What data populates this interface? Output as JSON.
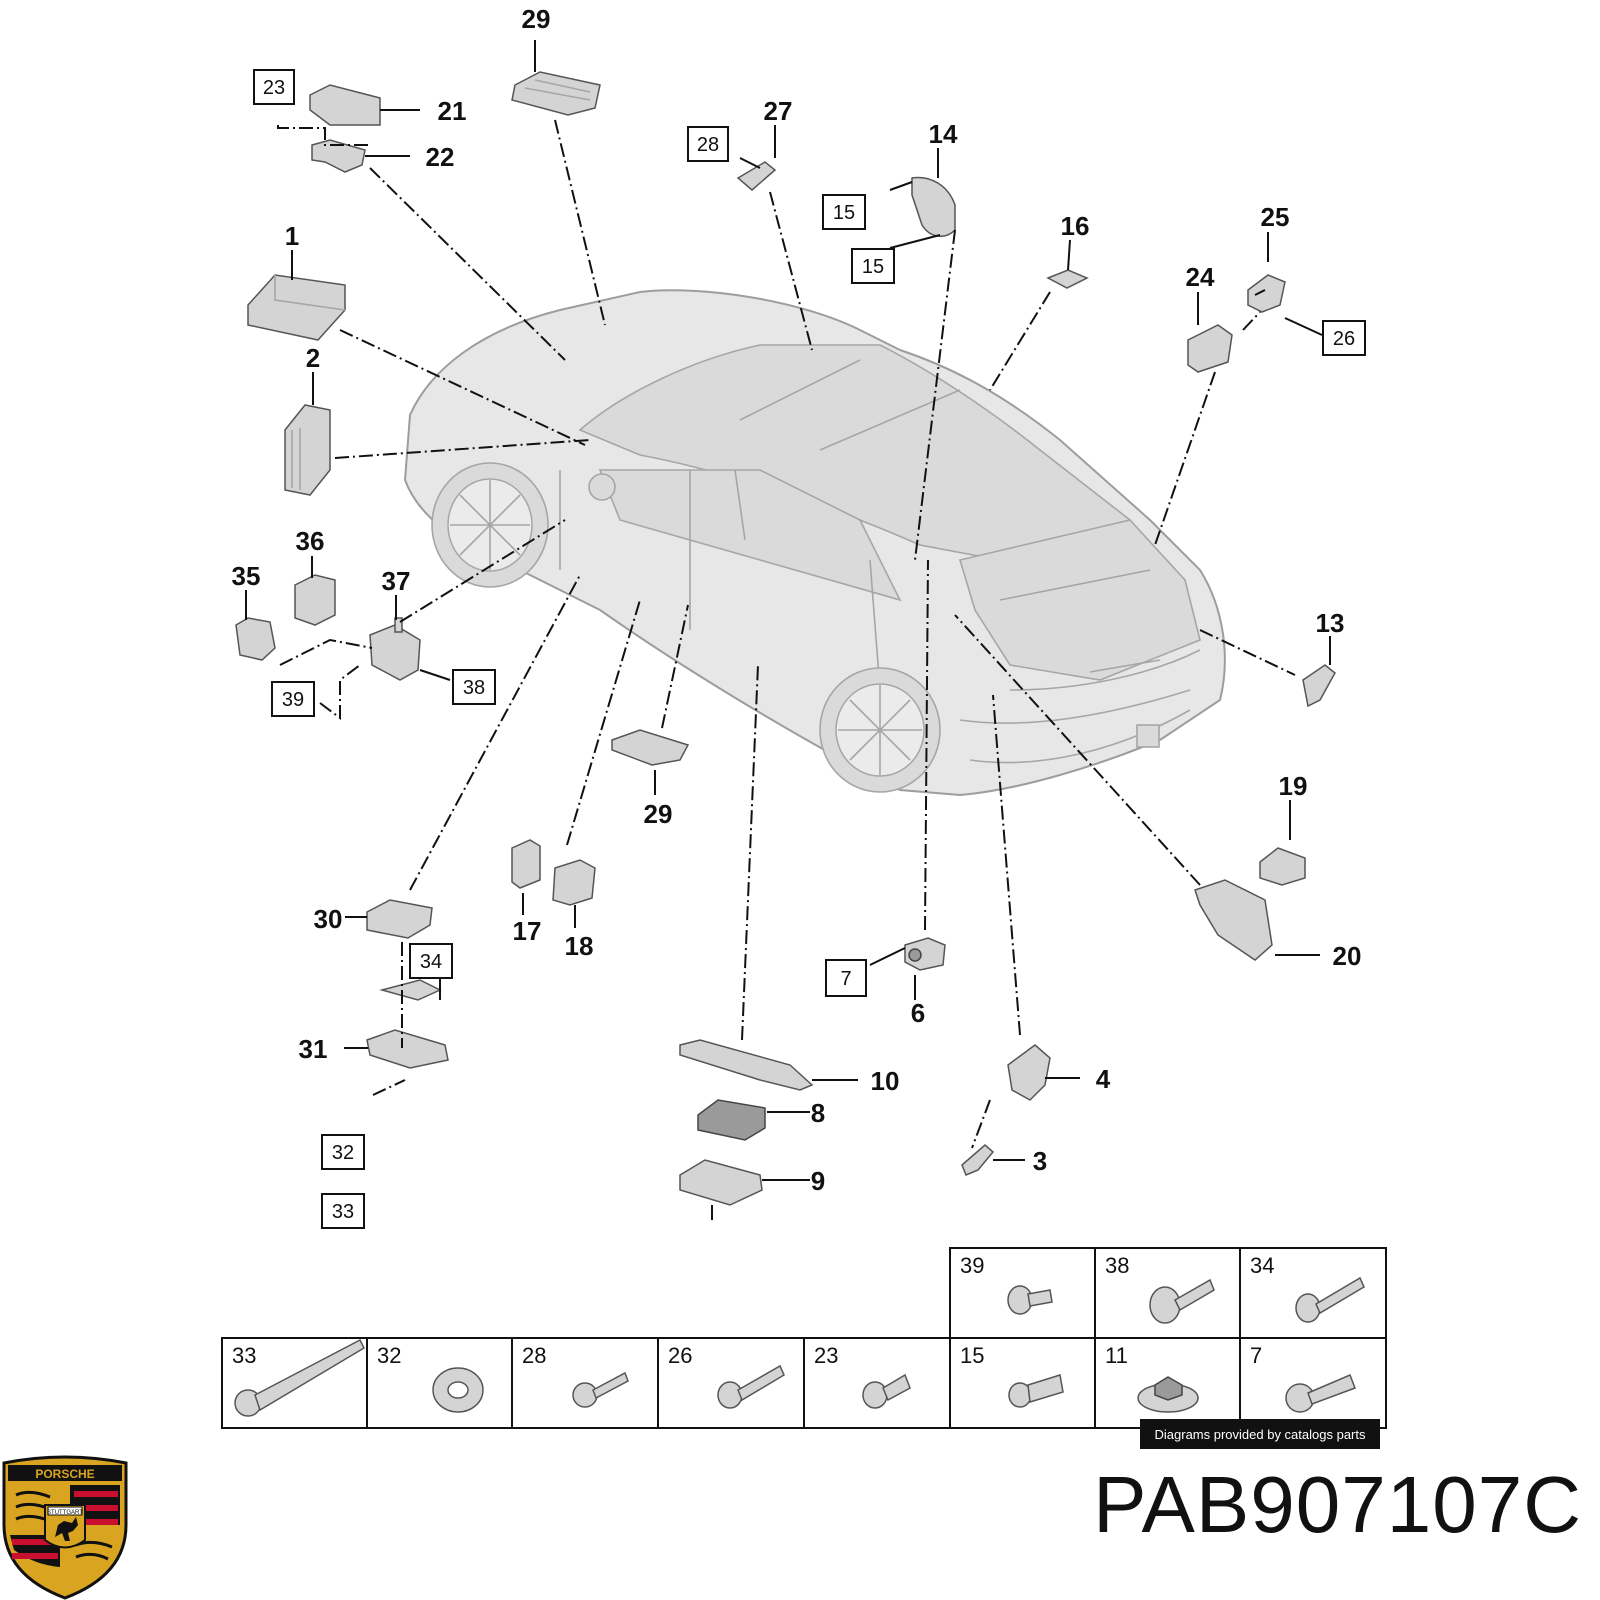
{
  "callouts": {
    "n1": "1",
    "n2": "2",
    "n3": "3",
    "n4": "4",
    "n6": "6",
    "n8": "8",
    "n9": "9",
    "n10": "10",
    "n13": "13",
    "n14": "14",
    "n16": "16",
    "n17": "17",
    "n18": "18",
    "n19": "19",
    "n20": "20",
    "n21": "21",
    "n22": "22",
    "n24": "24",
    "n25": "25",
    "n27": "27",
    "n29a": "29",
    "n29b": "29",
    "n30": "30",
    "n31": "31",
    "n35": "35",
    "n36": "36",
    "n37": "37"
  },
  "boxed": {
    "b23": "23",
    "b28": "28",
    "b15a": "15",
    "b15b": "15",
    "b26": "26",
    "b38": "38",
    "b39": "39",
    "b34": "34",
    "b7": "7",
    "b32": "32",
    "b33": "33"
  },
  "hardware_table": {
    "top_row": [
      "39",
      "38",
      "34"
    ],
    "bottom_row": [
      "33",
      "32",
      "28",
      "26",
      "23",
      "15",
      "11",
      "7"
    ]
  },
  "credit": "Diagrams provided by catalogs parts",
  "part_number": "PAB907107C",
  "logo": {
    "text": "PORSCHE",
    "city": "STUTTGART",
    "colors": {
      "gold": "#d9a520",
      "red": "#c8102e",
      "black": "#111111"
    }
  }
}
